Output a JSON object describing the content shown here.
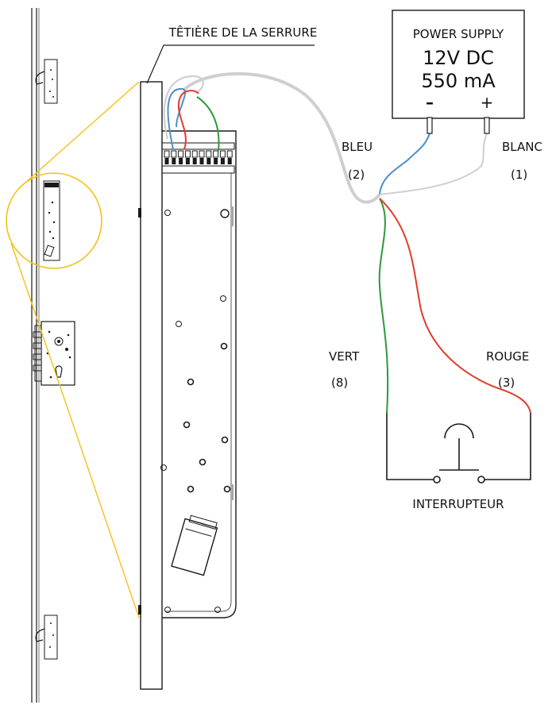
{
  "title_label": "TÊTIÈRE DE LA SERRURE",
  "power_supply": {
    "title": "POWER SUPPLY",
    "voltage": "12V DC",
    "current": "550 mA",
    "minus": "–",
    "plus": "+"
  },
  "wires": [
    {
      "id": "blue",
      "name": "BLEU",
      "number": "(2)",
      "color": "#4f8fc9"
    },
    {
      "id": "white",
      "name": "BLANC",
      "number": "(1)",
      "color": "#cfcfcf"
    },
    {
      "id": "green",
      "name": "VERT",
      "number": "(8)",
      "color": "#2b9a3a"
    },
    {
      "id": "red",
      "name": "ROUGE",
      "number": "(3)",
      "color": "#e23c2c"
    }
  ],
  "switch_label": "INTERRUPTEUR",
  "colors": {
    "highlight": "#f2c218",
    "line": "#1a1a1a"
  }
}
